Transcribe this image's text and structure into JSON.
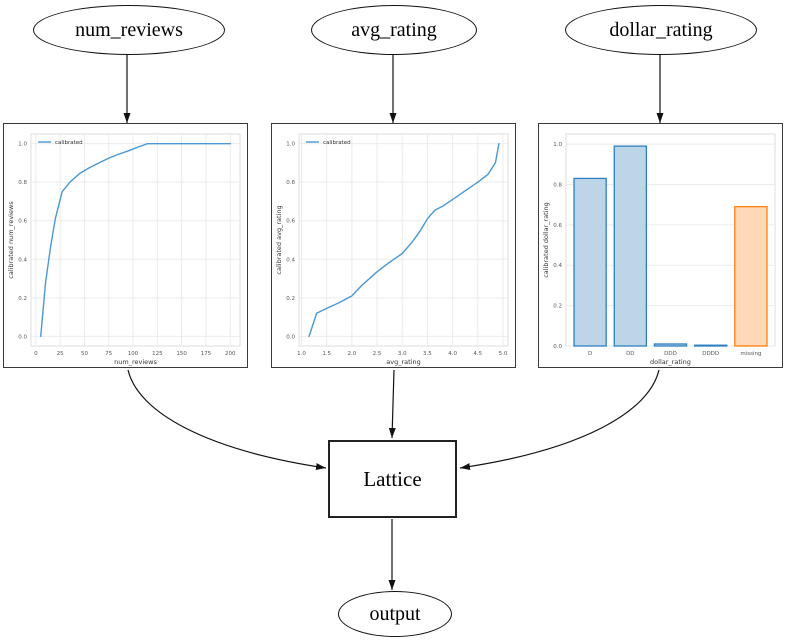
{
  "diagram": {
    "nodes": {
      "num_reviews": {
        "label": "num_reviews"
      },
      "avg_rating": {
        "label": "avg_rating"
      },
      "dollar_rating": {
        "label": "dollar_rating"
      },
      "lattice": {
        "label": "Lattice"
      },
      "output": {
        "label": "output"
      }
    }
  },
  "colors": {
    "line_blue": "#4a98d3",
    "bar_blue_fill": "#bcd6e8",
    "bar_blue_edge": "#2d7fc0",
    "bar_orange_fill": "#ffd9b7",
    "bar_orange_edge": "#ff7f0e",
    "grid": "#ebebeb",
    "axes_frame": "#dedede",
    "tick_text": "#555555",
    "edge_black": "#111111"
  },
  "chart_data": [
    {
      "type": "line",
      "title": "",
      "legend": "calibrated",
      "xlabel": "num_reviews",
      "ylabel": "calibrated num_reviews",
      "xlim": [
        -5,
        210
      ],
      "ylim": [
        -0.05,
        1.05
      ],
      "xticks": [
        0,
        25,
        50,
        75,
        100,
        125,
        150,
        175,
        200
      ],
      "xtick_labels": [
        "0",
        "25",
        "50",
        "75",
        "100",
        "125",
        "150",
        "175",
        "200"
      ],
      "yticks": [
        0,
        0.2,
        0.4,
        0.6,
        0.8,
        1
      ],
      "ytick_labels": [
        "0.0",
        "0.2",
        "0.4",
        "0.6",
        "0.8",
        "1.0"
      ],
      "x": [
        5,
        10,
        15,
        20,
        27,
        35,
        45,
        55,
        65,
        75,
        85,
        95,
        105,
        115,
        130,
        150,
        175,
        200
      ],
      "y": [
        0.0,
        0.28,
        0.46,
        0.61,
        0.75,
        0.8,
        0.845,
        0.875,
        0.9,
        0.925,
        0.945,
        0.962,
        0.982,
        1.0,
        1.0,
        1.0,
        1.0,
        1.0
      ],
      "line_color": "#4a98d3",
      "grid": true,
      "legend_position": "upper-left"
    },
    {
      "type": "line",
      "title": "",
      "legend": "calibrated",
      "xlabel": "avg_rating",
      "ylabel": "calibrated avg_rating",
      "xlim": [
        0.95,
        5.1
      ],
      "ylim": [
        -0.05,
        1.05
      ],
      "xticks": [
        1.0,
        1.5,
        2.0,
        2.5,
        3.0,
        3.5,
        4.0,
        4.5,
        5.0
      ],
      "xtick_labels": [
        "1.0",
        "1.5",
        "2.0",
        "2.5",
        "3.0",
        "3.5",
        "4.0",
        "4.5",
        "5.0"
      ],
      "yticks": [
        0,
        0.2,
        0.4,
        0.6,
        0.8,
        1
      ],
      "ytick_labels": [
        "0.0",
        "0.2",
        "0.4",
        "0.6",
        "0.8",
        "1.0"
      ],
      "x": [
        1.15,
        1.3,
        1.5,
        1.75,
        2.0,
        2.2,
        2.5,
        2.75,
        3.0,
        3.2,
        3.35,
        3.5,
        3.65,
        3.8,
        4.0,
        4.25,
        4.5,
        4.7,
        4.85,
        4.92
      ],
      "y": [
        0.0,
        0.12,
        0.145,
        0.175,
        0.21,
        0.265,
        0.335,
        0.385,
        0.43,
        0.49,
        0.545,
        0.61,
        0.655,
        0.675,
        0.71,
        0.755,
        0.8,
        0.84,
        0.9,
        1.0
      ],
      "line_color": "#4a98d3",
      "grid": true,
      "legend_position": "upper-left"
    },
    {
      "type": "bar",
      "title": "",
      "xlabel": "dollar_rating",
      "ylabel": "calibrated dollar_rating",
      "categories": [
        "D",
        "DD",
        "DDD",
        "DDDD",
        "missing"
      ],
      "values": [
        0.83,
        0.99,
        0.01,
        0.004,
        0.69
      ],
      "fill_colors": [
        "#bcd6e8",
        "#bcd6e8",
        "#bcd6e8",
        "#bcd6e8",
        "#ffd9b7"
      ],
      "edge_colors": [
        "#2d7fc0",
        "#2d7fc0",
        "#2d7fc0",
        "#2d7fc0",
        "#ff7f0e"
      ],
      "ylim": [
        0,
        1.05
      ],
      "yticks": [
        0,
        0.2,
        0.4,
        0.6,
        0.8,
        1
      ],
      "ytick_labels": [
        "0.0",
        "0.2",
        "0.4",
        "0.6",
        "0.8",
        "1.0"
      ],
      "grid": true
    }
  ]
}
